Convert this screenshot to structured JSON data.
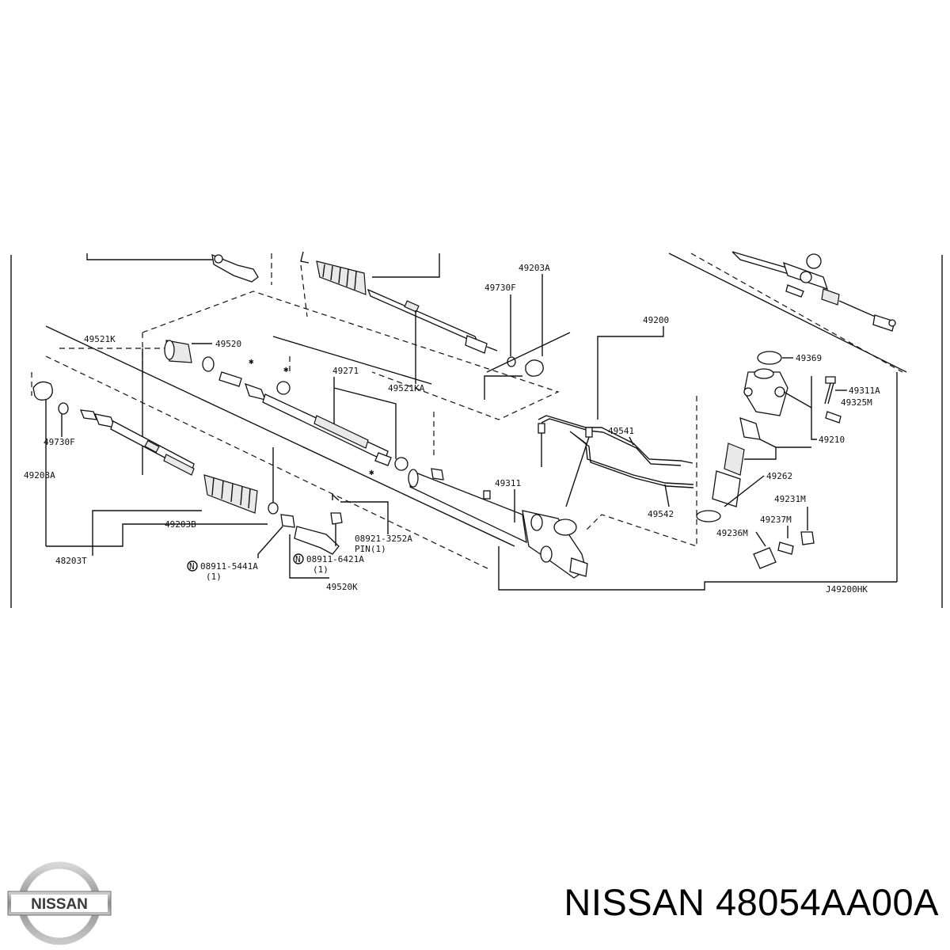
{
  "diagram": {
    "ref_code": "J49200HK",
    "labels": {
      "p49203A_top": "49203A",
      "p49730F_top": "49730F",
      "p49200": "49200",
      "p49521K": "49521K",
      "p49520": "49520",
      "p49271": "49271",
      "p49521KA": "49521KA",
      "p49369": "49369",
      "p49311A": "49311A",
      "p49325M": "49325M",
      "p49210": "49210",
      "p49730F_left": "49730F",
      "p49541": "49541",
      "p49203A_left": "49203A",
      "p49262": "49262",
      "p49311": "49311",
      "p49231M": "49231M",
      "p49542": "49542",
      "p49237M": "49237M",
      "p49203B": "49203B",
      "p08921": "08921-3252A",
      "pin1": "PIN(1)",
      "p49236M": "49236M",
      "p48203T": "48203T",
      "p08911_6421A": "08911-6421A",
      "qty1_right": "(1)",
      "p08911_5441A": "08911-5441A",
      "qty1_left": "(1)",
      "p49520K": "49520K",
      "nut_symbol": "N"
    }
  },
  "brand": {
    "logo_text": "NISSAN",
    "title": "NISSAN 48054AA00A"
  },
  "colors": {
    "ink": "#111111",
    "background": "#ffffff",
    "logo_silver": "#9a9a9a"
  }
}
